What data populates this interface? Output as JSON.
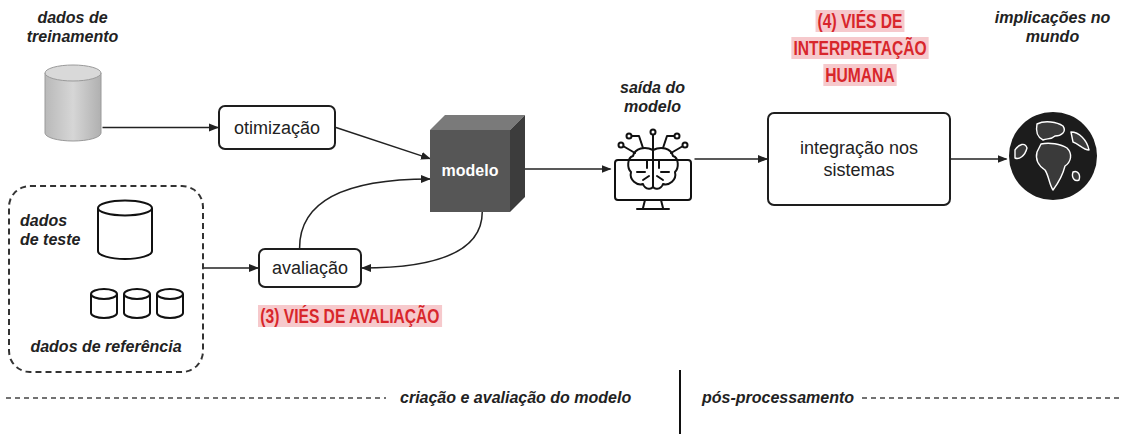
{
  "diagram": {
    "nodes": [
      {
        "text": [
          "dados de treinamento"
        ]
      },
      {
        "text": [
          "otimização"
        ]
      },
      {
        "text": []
      },
      {
        "text": [
          "dados de teste"
        ],
        "in": 2
      },
      {
        "text": [
          "dados de referência"
        ],
        "in": 2
      },
      {
        "text": [
          "avaliação"
        ]
      },
      {
        "text": [
          "modelo"
        ]
      },
      {
        "text": [
          "saída do modelo"
        ]
      },
      {
        "text": [
          "integração nos sistemas"
        ]
      },
      {
        "text": [
          "implicações no mundo"
        ]
      }
    ],
    "edges": [
      {
        "from": 0,
        "to": 1,
        "arrow": "to"
      },
      {
        "from": 1,
        "to": 6,
        "arrow": "to"
      },
      {
        "from": 2,
        "to": 5,
        "arrow": "to"
      },
      {
        "from": 5,
        "to": 6,
        "arrow": "to"
      },
      {
        "from": 6,
        "to": 5,
        "arrow": "to"
      },
      {
        "from": 6,
        "to": 7,
        "arrow": "to"
      },
      {
        "from": 7,
        "to": 8,
        "arrow": "to"
      },
      {
        "from": 8,
        "to": 9,
        "arrow": "to"
      }
    ],
    "labels": [
      "(4) VIÉS DE INTERPRETAÇÃO HUMANA",
      "(3) VIÉS DE AVALIAÇÃO",
      "criação e avaliação do modelo",
      "pós-processamento"
    ]
  }
}
